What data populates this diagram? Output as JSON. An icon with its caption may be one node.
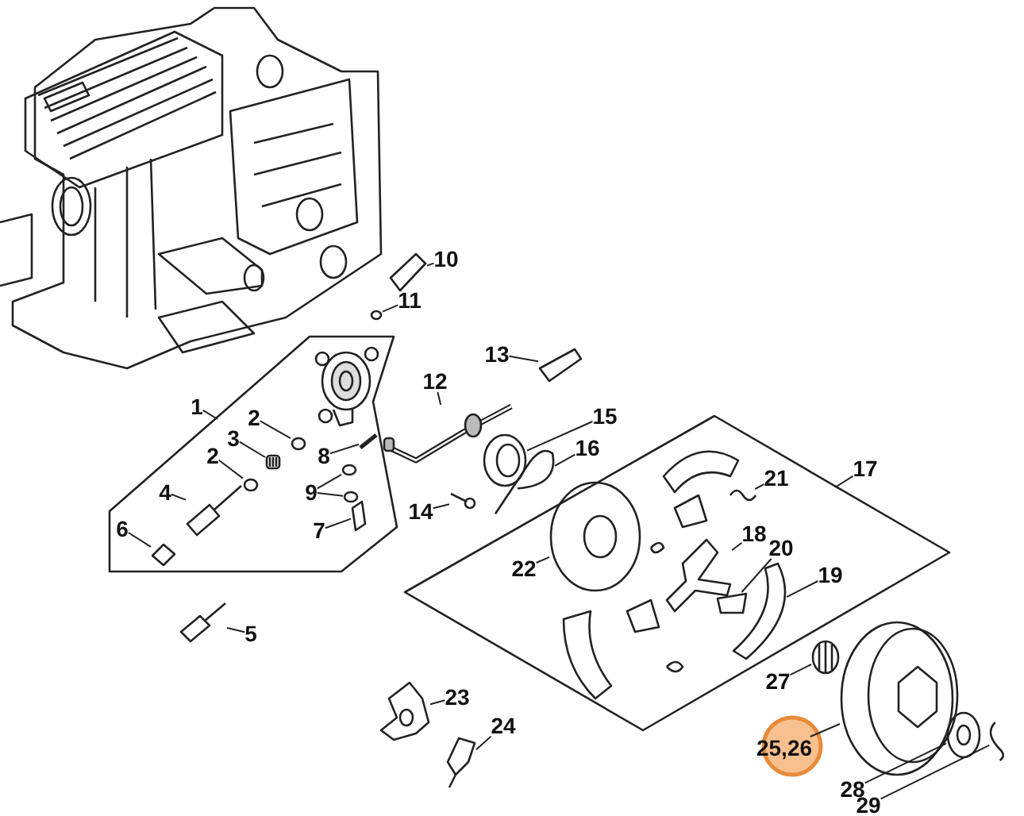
{
  "diagram": {
    "nodes": [
      {
        "text": [],
        "shape": "box"
      },
      {
        "text": [],
        "shape": "diamond"
      },
      {
        "text": [
          "1"
        ]
      },
      {
        "text": [
          "2"
        ],
        "in": 0
      },
      {
        "text": [
          "3"
        ],
        "in": 0
      },
      {
        "text": [
          "2"
        ],
        "in": 0
      },
      {
        "text": [
          "4"
        ],
        "in": 0
      },
      {
        "text": [
          "5"
        ]
      },
      {
        "text": [
          "6"
        ],
        "in": 0
      },
      {
        "text": [
          "7"
        ],
        "in": 0
      },
      {
        "text": [
          "8"
        ],
        "in": 0
      },
      {
        "text": [
          "9"
        ],
        "in": 0
      },
      {
        "text": [
          "10"
        ]
      },
      {
        "text": [
          "11"
        ]
      },
      {
        "text": [
          "12"
        ]
      },
      {
        "text": [
          "13"
        ]
      },
      {
        "text": [
          "14"
        ]
      },
      {
        "text": [
          "15"
        ]
      },
      {
        "text": [
          "16"
        ]
      },
      {
        "text": [
          "17"
        ]
      },
      {
        "text": [
          "18"
        ],
        "in": 1
      },
      {
        "text": [
          "19"
        ],
        "in": 1
      },
      {
        "text": [
          "20"
        ],
        "in": 1
      },
      {
        "text": [
          "21"
        ],
        "in": 1
      },
      {
        "text": [
          "22"
        ],
        "in": 1
      },
      {
        "text": [
          "23"
        ]
      },
      {
        "text": [
          "24"
        ]
      },
      {
        "text": [
          "25,26"
        ]
      },
      {
        "text": [
          "27"
        ]
      },
      {
        "text": [
          "28"
        ]
      },
      {
        "text": [
          "29"
        ]
      },
      {
        "text": [],
        "shape": "circle",
        "in": 0
      },
      {
        "text": [],
        "shape": "picture",
        "in": 0
      },
      {
        "text": [],
        "shape": "circle",
        "in": 0
      },
      {
        "text": [],
        "shape": "picture",
        "in": 0
      },
      {
        "text": [],
        "shape": "picture"
      },
      {
        "text": [],
        "shape": "picture",
        "in": 0
      },
      {
        "text": [],
        "shape": "picture",
        "in": 0
      },
      {
        "text": [],
        "shape": "picture",
        "in": 0
      },
      {
        "text": [],
        "shape": "circle",
        "in": 0
      },
      {
        "text": [],
        "shape": "circle",
        "in": 0
      },
      {
        "text": [],
        "shape": "picture"
      },
      {
        "text": [],
        "shape": "circle"
      },
      {
        "text": [],
        "shape": "picture"
      },
      {
        "text": [],
        "shape": "picture"
      },
      {
        "text": [],
        "shape": "picture"
      },
      {
        "text": [],
        "shape": "picture"
      },
      {
        "text": [],
        "shape": "picture"
      },
      {
        "text": [],
        "shape": "picture",
        "in": 1
      },
      {
        "text": [],
        "shape": "picture",
        "in": 1
      },
      {
        "text": [],
        "shape": "picture",
        "in": 1
      },
      {
        "text": [],
        "shape": "picture",
        "in": 1
      },
      {
        "text": [],
        "shape": "picture",
        "in": 1
      },
      {
        "text": [],
        "shape": "picture"
      },
      {
        "text": [],
        "shape": "picture"
      },
      {
        "text": [],
        "shape": "picture"
      },
      {
        "text": [],
        "shape": "picture"
      },
      {
        "text": [],
        "shape": "picture"
      },
      {
        "text": [],
        "shape": "picture"
      }
    ],
    "edges": [
      {
        "from": 2,
        "to": 0,
        "arrow": "none"
      },
      {
        "from": 3,
        "to": 31,
        "arrow": "none"
      },
      {
        "from": 4,
        "to": 32,
        "arrow": "none"
      },
      {
        "from": 5,
        "to": 33,
        "arrow": "none"
      },
      {
        "from": 6,
        "to": 34,
        "arrow": "none"
      },
      {
        "from": 7,
        "to": 35,
        "arrow": "none"
      },
      {
        "from": 8,
        "to": 36,
        "arrow": "none"
      },
      {
        "from": 9,
        "to": 37,
        "arrow": "none"
      },
      {
        "from": 10,
        "to": 38,
        "arrow": "none"
      },
      {
        "from": 11,
        "to": 39,
        "arrow": "none"
      },
      {
        "from": 11,
        "to": 40,
        "arrow": "none"
      },
      {
        "from": 12,
        "to": 41,
        "arrow": "none"
      },
      {
        "from": 13,
        "to": 42,
        "arrow": "none"
      },
      {
        "from": 14,
        "to": 43,
        "arrow": "none"
      },
      {
        "from": 15,
        "to": 44,
        "arrow": "none"
      },
      {
        "from": 16,
        "to": 45,
        "arrow": "none"
      },
      {
        "from": 17,
        "to": 46,
        "arrow": "none"
      },
      {
        "from": 18,
        "to": 47,
        "arrow": "none"
      },
      {
        "from": 19,
        "to": 1,
        "arrow": "none"
      },
      {
        "from": 20,
        "to": 48,
        "arrow": "none"
      },
      {
        "from": 21,
        "to": 49,
        "arrow": "none"
      },
      {
        "from": 22,
        "to": 50,
        "arrow": "none"
      },
      {
        "from": 23,
        "to": 51,
        "arrow": "none"
      },
      {
        "from": 24,
        "to": 52,
        "arrow": "none"
      },
      {
        "from": 25,
        "to": 53,
        "arrow": "none"
      },
      {
        "from": 26,
        "to": 54,
        "arrow": "none"
      },
      {
        "from": 27,
        "to": 55,
        "arrow": "none"
      },
      {
        "from": 28,
        "to": 56,
        "arrow": "none"
      },
      {
        "from": 29,
        "to": 57,
        "arrow": "none"
      },
      {
        "from": 30,
        "to": 58,
        "arrow": "none"
      }
    ]
  }
}
